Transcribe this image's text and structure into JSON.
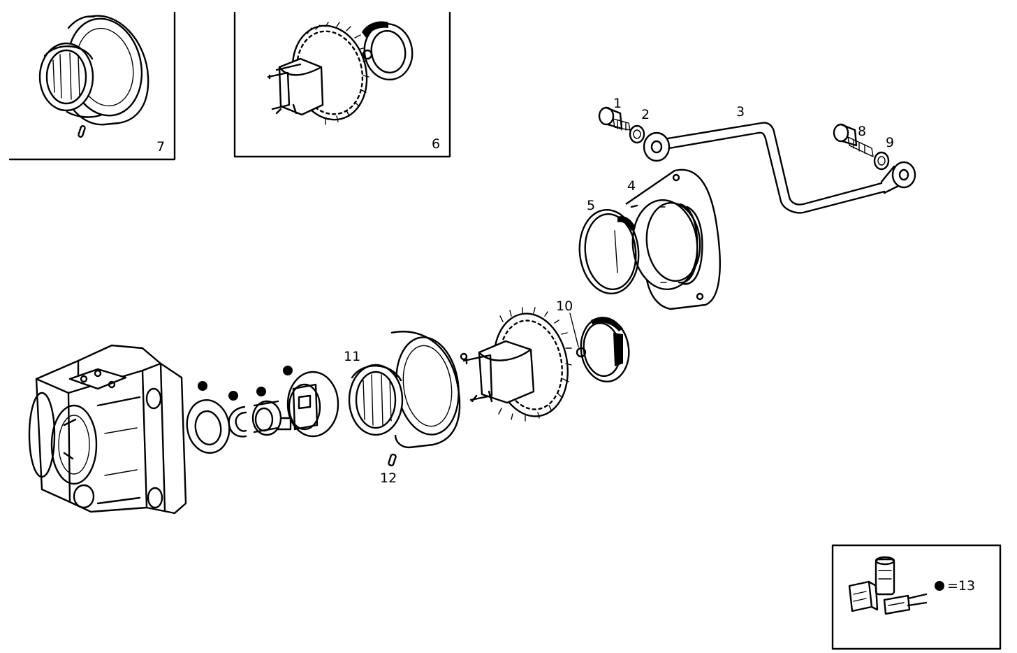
{
  "callouts": {
    "c1": "1",
    "c2": "2",
    "c3": "3",
    "c4": "4",
    "c5": "5",
    "c6": "6",
    "c7": "7",
    "c8": "8",
    "c9": "9",
    "c10": "10",
    "c11": "11",
    "c12": "12"
  },
  "legend": {
    "marker": "dot",
    "text": "=13"
  }
}
